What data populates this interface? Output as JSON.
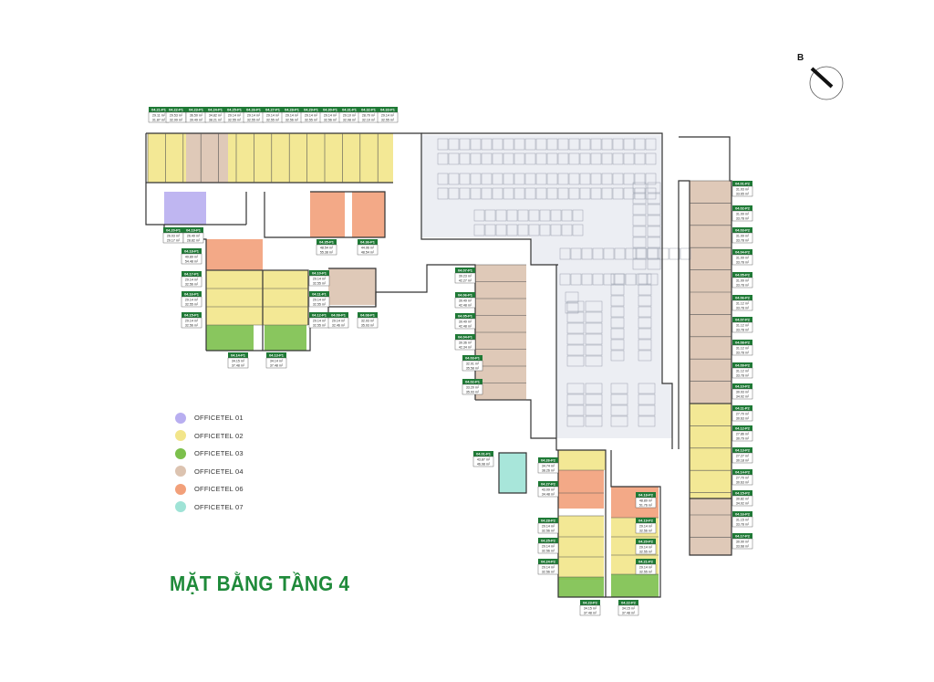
{
  "title": "MẶT BẰNG TẦNG 4",
  "compass": {
    "letter": "B"
  },
  "legend": [
    {
      "label": "OFFICETEL 01",
      "color": "#b8aef0"
    },
    {
      "label": "OFFICETEL 02",
      "color": "#f2e58a"
    },
    {
      "label": "OFFICETEL 03",
      "color": "#7cc04c"
    },
    {
      "label": "OFFICETEL 04",
      "color": "#dcc3b0"
    },
    {
      "label": "OFFICETEL 06",
      "color": "#f2a07a"
    },
    {
      "label": "OFFICETEL 07",
      "color": "#9fe3d6"
    }
  ],
  "colors": {
    "title": "#1f8a3a",
    "label_header": "#1f7a36",
    "wall": "#333333",
    "parking": "#eceef3"
  },
  "units": [
    {
      "code": "04.21-P1",
      "lines": [
        "29.11 m²",
        "31.87 m²"
      ]
    },
    {
      "code": "04.22-P1",
      "lines": [
        "29.53 m²",
        "32.99 m²"
      ]
    },
    {
      "code": "04.23-P1",
      "lines": [
        "36.50 m²",
        "39.49 m²"
      ]
    },
    {
      "code": "04.24-P1",
      "lines": [
        "34.82 m²",
        "38.21 m²"
      ]
    },
    {
      "code": "04.25-P1",
      "lines": [
        "29.14 m²",
        "32.55 m²"
      ]
    },
    {
      "code": "04.26-P1",
      "lines": [
        "29.14 m²",
        "32.55 m²"
      ]
    },
    {
      "code": "04.27-P1",
      "lines": [
        "29.14 m²",
        "32.55 m²"
      ]
    },
    {
      "code": "04.28-P1",
      "lines": [
        "29.14 m²",
        "32.56 m²"
      ]
    },
    {
      "code": "04.29-P1",
      "lines": [
        "29.14 m²",
        "32.55 m²"
      ]
    },
    {
      "code": "04.30-P1",
      "lines": [
        "29.14 m²",
        "32.56 m²"
      ]
    },
    {
      "code": "04.31-P1",
      "lines": [
        "29.10 m²",
        "32.08 m²"
      ]
    },
    {
      "code": "04.32-P1",
      "lines": [
        "28.70 m²",
        "32.10 m²"
      ]
    },
    {
      "code": "04.33-P1",
      "lines": [
        "29.14 m²",
        "32.55 m²"
      ]
    },
    {
      "code": "04.20-P1",
      "lines": [
        "26.03 m²",
        "29.17 m²"
      ]
    },
    {
      "code": "04.19-P1",
      "lines": [
        "26.49 m²",
        "28.82 m²"
      ]
    },
    {
      "code": "04.18-P1",
      "lines": [
        "49.89 m²",
        "54.48 m²"
      ]
    },
    {
      "code": "04.17-P1",
      "lines": [
        "29.14 m²",
        "32.56 m²"
      ]
    },
    {
      "code": "04.16-P1",
      "lines": [
        "29.14 m²",
        "32.55 m²"
      ]
    },
    {
      "code": "04.15-P1",
      "lines": [
        "29.14 m²",
        "32.56 m²"
      ]
    },
    {
      "code": "04.14-P1",
      "lines": [
        "34.15 m²",
        "37.48 m²"
      ]
    },
    {
      "code": "04.13-P1",
      "lines": [
        "34.14 m²",
        "37.48 m²"
      ]
    },
    {
      "code": "04.35-P1",
      "lines": [
        "48.54 m²",
        "55.38 m²"
      ]
    },
    {
      "code": "04.36-P1",
      "lines": [
        "44.96 m²",
        "48.54 m²"
      ]
    },
    {
      "code": "04.10-P1",
      "lines": [
        "29.14 m²",
        "32.55 m²"
      ]
    },
    {
      "code": "04.11-P1",
      "lines": [
        "29.14 m²",
        "32.55 m²"
      ]
    },
    {
      "code": "04.12-P1",
      "lines": [
        "29.14 m²",
        "32.55 m²"
      ]
    },
    {
      "code": "04.09-P1",
      "lines": [
        "29.14 m²",
        "32.46 m²"
      ]
    },
    {
      "code": "04.08-P1",
      "lines": [
        "32.93 m²",
        "35.93 m²"
      ]
    },
    {
      "code": "04.07-P1",
      "lines": [
        "39.23 m²",
        "42.27 m²"
      ]
    },
    {
      "code": "04.06-P1",
      "lines": [
        "39.49 m²",
        "42.48 m²"
      ]
    },
    {
      "code": "04.05-P1",
      "lines": [
        "39.49 m²",
        "42.48 m²"
      ]
    },
    {
      "code": "04.04-P1",
      "lines": [
        "39.36 m²",
        "42.34 m²"
      ]
    },
    {
      "code": "04.03-P1",
      "lines": [
        "32.91 m²",
        "35.58 m²"
      ]
    },
    {
      "code": "04.02-P1",
      "lines": [
        "33.20 m²",
        "35.93 m²"
      ]
    },
    {
      "code": "04.01-P1",
      "lines": [
        "43.87 m²",
        "46.98 m²"
      ]
    },
    {
      "code": "04.26-P2",
      "lines": [
        "34.74 m²",
        "38.26 m²"
      ]
    },
    {
      "code": "04.27-P2",
      "lines": [
        "43.09 m²",
        "34.48 m²"
      ]
    },
    {
      "code": "04.28-P2",
      "lines": [
        "29.14 m²",
        "32.56 m²"
      ]
    },
    {
      "code": "04.25-P2",
      "lines": [
        "29.14 m²",
        "32.56 m²"
      ]
    },
    {
      "code": "04.24-P2",
      "lines": [
        "29.14 m²",
        "32.56 m²"
      ]
    },
    {
      "code": "04.23-P2",
      "lines": [
        "34.15 m²",
        "37.48 m²"
      ]
    },
    {
      "code": "04.18-P2",
      "lines": [
        "48.89 m²",
        "51.76 m²"
      ]
    },
    {
      "code": "04.19-P2",
      "lines": [
        "29.14 m²",
        "32.56 m²"
      ]
    },
    {
      "code": "04.20-P2",
      "lines": [
        "29.14 m²",
        "32.55 m²"
      ]
    },
    {
      "code": "04.21-P2",
      "lines": [
        "29.14 m²",
        "32.55 m²"
      ]
    },
    {
      "code": "04.22-P2",
      "lines": [
        "34.15 m²",
        "37.48 m²"
      ]
    },
    {
      "code": "04.01-P2",
      "lines": [
        "31.03 m²",
        "33.65 m²"
      ]
    },
    {
      "code": "04.02-P2",
      "lines": [
        "31.09 m²",
        "33.78 m²"
      ]
    },
    {
      "code": "04.03-P2",
      "lines": [
        "31.09 m²",
        "33.78 m²"
      ]
    },
    {
      "code": "04.04-P2",
      "lines": [
        "31.09 m²",
        "33.78 m²"
      ]
    },
    {
      "code": "04.05-P2",
      "lines": [
        "31.09 m²",
        "33.78 m²"
      ]
    },
    {
      "code": "04.06-P2",
      "lines": [
        "31.12 m²",
        "33.78 m²"
      ]
    },
    {
      "code": "04.07-P2",
      "lines": [
        "31.12 m²",
        "33.78 m²"
      ]
    },
    {
      "code": "04.08-P2",
      "lines": [
        "31.12 m²",
        "33.78 m²"
      ]
    },
    {
      "code": "04.09-P2",
      "lines": [
        "31.12 m²",
        "33.78 m²"
      ]
    },
    {
      "code": "04.10-P2",
      "lines": [
        "30.93 m²",
        "34.02 m²"
      ]
    },
    {
      "code": "04.11-P2",
      "lines": [
        "27.70 m²",
        "30.63 m²"
      ]
    },
    {
      "code": "04.12-P2",
      "lines": [
        "27.86 m²",
        "30.79 m²"
      ]
    },
    {
      "code": "04.13-P2",
      "lines": [
        "27.27 m²",
        "30.18 m²"
      ]
    },
    {
      "code": "04.14-P2",
      "lines": [
        "27.70 m²",
        "30.63 m²"
      ]
    },
    {
      "code": "04.15-P2",
      "lines": [
        "30.82 m²",
        "34.02 m²"
      ]
    },
    {
      "code": "04.16-P2",
      "lines": [
        "31.15 m²",
        "33.78 m²"
      ]
    },
    {
      "code": "04.17-P2",
      "lines": [
        "30.90 m²",
        "33.68 m²"
      ]
    }
  ]
}
